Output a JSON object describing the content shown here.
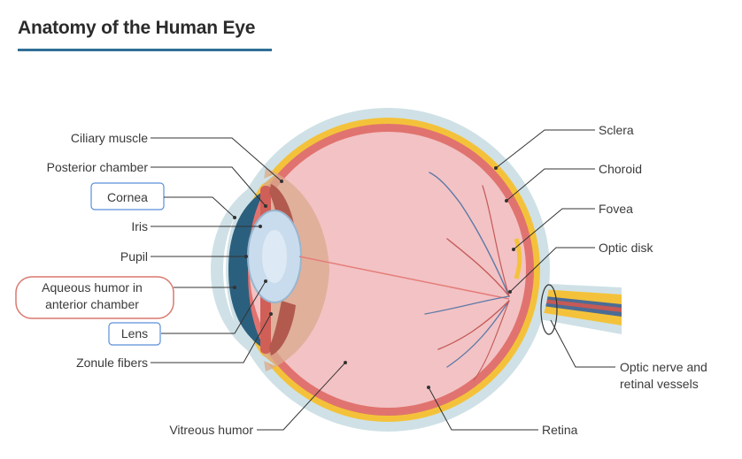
{
  "title": "Anatomy of the Human Eye",
  "labels": {
    "ciliary_muscle": "Ciliary muscle",
    "posterior_chamber": "Posterior chamber",
    "cornea": "Cornea",
    "iris": "Iris",
    "pupil": "Pupil",
    "aqueous_line1": "Aqueous humor in",
    "aqueous_line2": "anterior chamber",
    "lens": "Lens",
    "zonule_fibers": "Zonule fibers",
    "vitreous_humor": "Vitreous humor",
    "retina": "Retina",
    "sclera": "Sclera",
    "choroid": "Choroid",
    "fovea": "Fovea",
    "optic_disk": "Optic disk",
    "optic_nerve_line1": "Optic nerve and",
    "optic_nerve_line2": "retinal vessels"
  },
  "colors": {
    "title_rule": "#2f6f97",
    "sclera": "#cfe1e6",
    "choroid": "#f4c23a",
    "retina": "#e0736f",
    "vitreous": "#f3c2c4",
    "cornea": "#2b5f7e",
    "lens": "#c9dced",
    "cornea_highlight": "#5b8fd9",
    "aqueous_highlight": "#d9796f"
  }
}
